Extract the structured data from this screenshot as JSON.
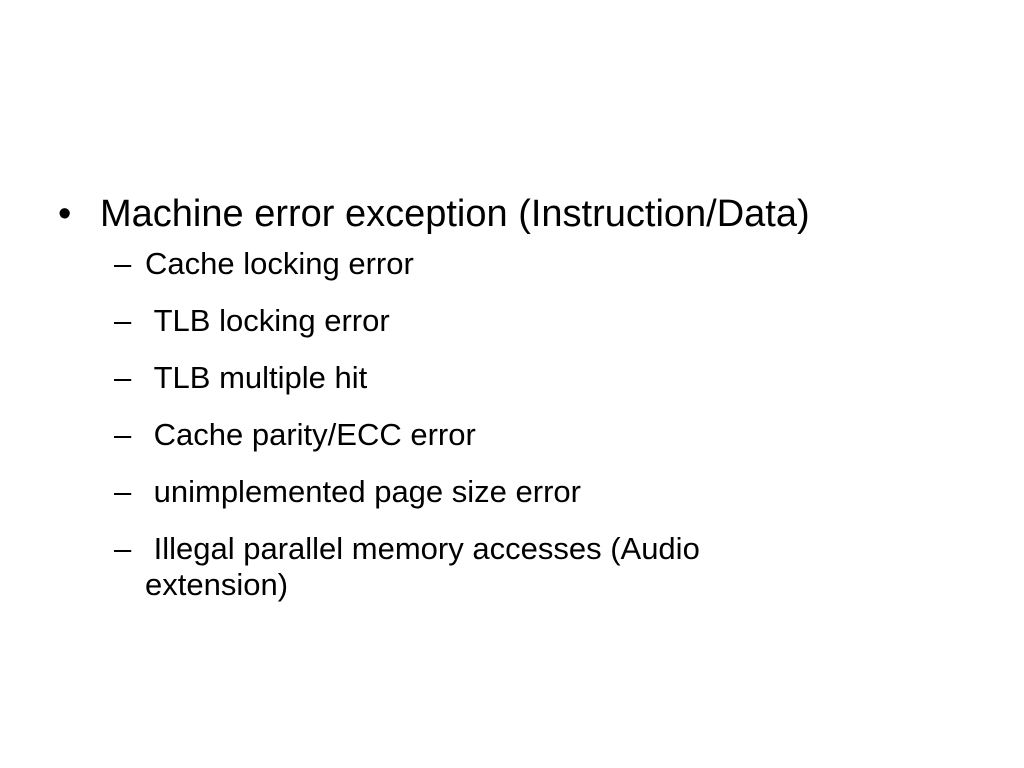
{
  "slide": {
    "main_bullet": {
      "marker": "•",
      "text": "Machine error exception (Instruction/Data)"
    },
    "sub_items": [
      {
        "marker": "–",
        "text": "Cache locking error"
      },
      {
        "marker": "–",
        "text": " TLB locking error"
      },
      {
        "marker": "–",
        "text": " TLB multiple hit"
      },
      {
        "marker": "–",
        "text": " Cache parity/ECC error"
      },
      {
        "marker": "–",
        "text": " unimplemented page size error"
      },
      {
        "marker": "–",
        "text": " Illegal parallel memory accesses (Audio extension)"
      }
    ]
  }
}
